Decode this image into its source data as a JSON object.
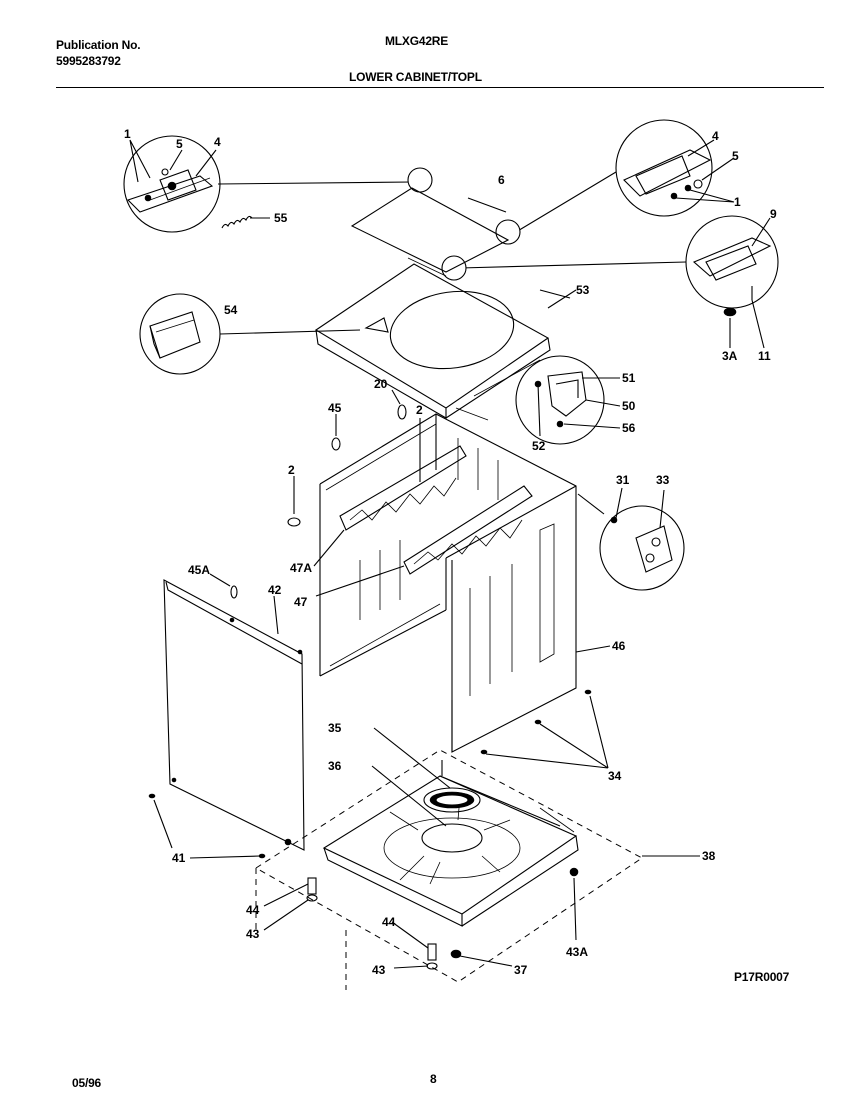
{
  "header": {
    "publication_label": "Publication No.",
    "publication_number": "5995283792",
    "model": "MLXG42RE",
    "section_title": "LOWER CABINET/TOPL"
  },
  "footer": {
    "date": "05/96",
    "page": "8",
    "drawing_code": "P17R0007"
  },
  "callouts": {
    "c1a": "1",
    "c5a": "5",
    "c4a": "4",
    "c4b": "4",
    "c5b": "5",
    "c1b": "1",
    "c6": "6",
    "c55": "55",
    "c9": "9",
    "c53": "53",
    "c54": "54",
    "c3A": "3A",
    "c11": "11",
    "c51": "51",
    "c50": "50",
    "c56": "56",
    "c52": "52",
    "c20": "20",
    "c45": "45",
    "c2a": "2",
    "c2b": "2",
    "c31": "31",
    "c33": "33",
    "c47A": "47A",
    "c47": "47",
    "c45A": "45A",
    "c42": "42",
    "c46": "46",
    "c35": "35",
    "c36": "36",
    "c34": "34",
    "c41": "41",
    "c38": "38",
    "c44a": "44",
    "c43a": "43",
    "c44b": "44",
    "c43b": "43",
    "c37": "37",
    "c43A": "43A"
  }
}
